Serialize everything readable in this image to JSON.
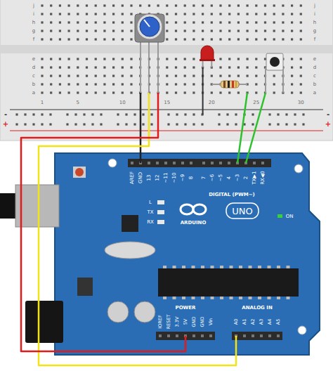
{
  "diagram": {
    "labels": [
      "j",
      "i",
      "h",
      "g",
      "f",
      "e",
      "d",
      "c",
      "b",
      "a",
      "j",
      "i",
      "h",
      "g",
      "f",
      "e",
      "d",
      "c",
      "b",
      "a",
      "1",
      "5",
      "10",
      "15",
      "20",
      "25",
      "30",
      "-",
      "+",
      "-",
      "+",
      "AREF",
      "GND",
      "13",
      "12",
      "~11",
      "~10",
      "~9",
      "8",
      "7",
      "~6",
      "~5",
      "4",
      "~3",
      "2",
      "TX▶1",
      "RX◀0",
      "DIGITAL (PWM~)",
      "L",
      "TX",
      "RX",
      "ARDUINO",
      "UNO",
      "ON",
      "POWER",
      "ANALOG IN",
      "IOREF",
      "RESET",
      "3.3V",
      "5V",
      "GND",
      "GND",
      "Vin",
      "A0",
      "A1",
      "A2",
      "A3",
      "A4",
      "A5"
    ]
  }
}
